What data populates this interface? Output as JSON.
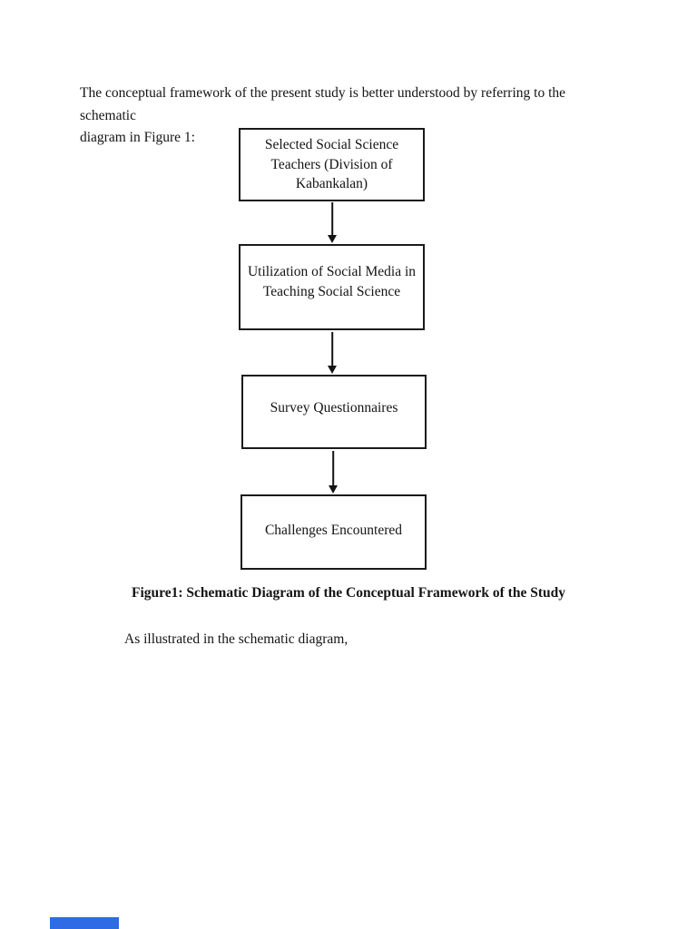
{
  "document": {
    "intro": {
      "lines": [
        "The conceptual framework of the present study is better understood by referring to the schematic",
        "diagram in Figure 1:"
      ]
    },
    "diagram": {
      "boxes": [
        {
          "id": "teachers",
          "lines": [
            "Selected Social Science",
            "Teachers (Division of",
            "Kabankalan)"
          ]
        },
        {
          "id": "utilization",
          "lines": [
            "Utilization of Social Media in",
            "Teaching Social Science"
          ]
        },
        {
          "id": "survey",
          "lines": [
            "Survey Questionnaires"
          ]
        },
        {
          "id": "challenges",
          "lines": [
            "Challenges Encountered"
          ]
        }
      ]
    },
    "caption": "Figure1: Schematic Diagram of the Conceptual Framework of the Study",
    "closing": "As illustrated in the schematic diagram,"
  },
  "colors": {
    "page_background": "#ffffff",
    "text": "#141414",
    "box_border": "#1a1a1a",
    "progress_bar": "#2e6be4"
  }
}
